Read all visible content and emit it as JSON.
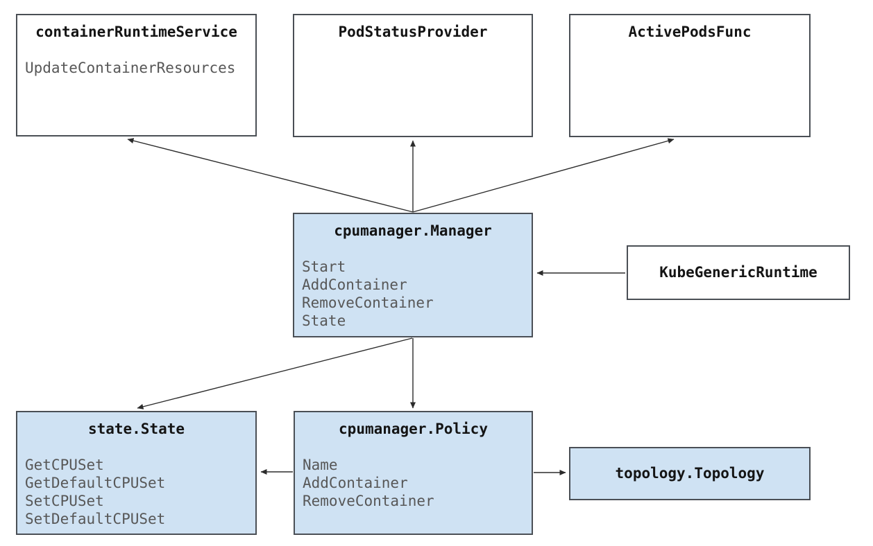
{
  "diagram": {
    "colors": {
      "box_fill_white": "#ffffff",
      "box_fill_blue": "#cfe2f3",
      "box_border": "#4a4f55",
      "title_color": "#141414",
      "method_color": "#575757",
      "arrow_color": "#2b2b2b"
    },
    "nodes": {
      "container_runtime_service": {
        "title": "containerRuntimeService",
        "methods": [
          "UpdateContainerResources"
        ]
      },
      "pod_status_provider": {
        "title": "PodStatusProvider",
        "methods": []
      },
      "active_pods_func": {
        "title": "ActivePodsFunc",
        "methods": []
      },
      "cpumanager_manager": {
        "title": "cpumanager.Manager",
        "methods": [
          "Start",
          "AddContainer",
          "RemoveContainer",
          "State"
        ]
      },
      "kube_generic_runtime": {
        "title": "KubeGenericRuntime"
      },
      "state_state": {
        "title": "state.State",
        "methods": [
          "GetCPUSet",
          "GetDefaultCPUSet",
          "SetCPUSet",
          "SetDefaultCPUSet"
        ]
      },
      "cpumanager_policy": {
        "title": "cpumanager.Policy",
        "methods": [
          "Name",
          "AddContainer",
          "RemoveContainer"
        ]
      },
      "topology_topology": {
        "title": "topology.Topology"
      }
    }
  }
}
